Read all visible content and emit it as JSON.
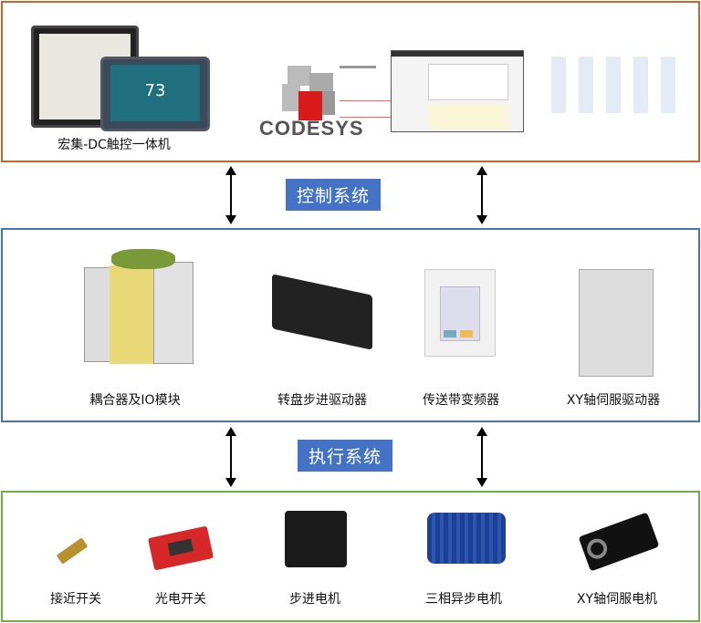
{
  "control": {
    "hmi_label": "宏集-DC触控一体机",
    "codesys_logo": "CODESYS",
    "hmi_screen_value": "73"
  },
  "tags": {
    "control_system": "控制系统",
    "execution_system": "执行系统"
  },
  "middle": {
    "items": [
      {
        "label": "耦合器及IO模块"
      },
      {
        "label": "转盘步进驱动器"
      },
      {
        "label": "传送带变频器"
      },
      {
        "label": "XY轴伺服驱动器"
      }
    ]
  },
  "bottom": {
    "items": [
      {
        "label": "接近开关"
      },
      {
        "label": "光电开关"
      },
      {
        "label": "步进电机"
      },
      {
        "label": "三相异步电机"
      },
      {
        "label": "XY轴伺服电机"
      }
    ]
  },
  "colors": {
    "top_border": "#c5662d",
    "mid_border": "#4472c4",
    "bot_border": "#70ad47",
    "tag_bg": "#4472c4"
  }
}
